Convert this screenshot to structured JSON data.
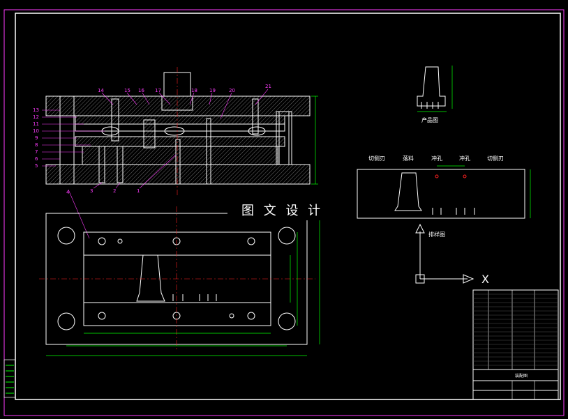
{
  "drawing": {
    "overlay_title": "图 文 设 计",
    "product_label": "产品图",
    "strip_label": "排样图",
    "strip_stations": [
      "切侧刃",
      "落料",
      "冲孔",
      "冲孔",
      "切侧刃"
    ],
    "axis_x_label": "X",
    "part_numbers_top": [
      "14",
      "15",
      "16",
      "17",
      "18",
      "19",
      "20",
      "21"
    ],
    "part_numbers_left": [
      "13",
      "12",
      "11",
      "10",
      "9",
      "8",
      "7",
      "6",
      "5"
    ],
    "part_numbers_bottom": [
      "4",
      "3",
      "2",
      "1"
    ],
    "title_block_label": "装配图"
  },
  "colors": {
    "background": "#000000",
    "outline": "#ffffff",
    "frame": "#ff3cff",
    "dimension": "#00ff00",
    "center": "#ff0000",
    "part_number": "#ff3cff",
    "hatch": "#ffffff",
    "cursor": "#ffffff"
  }
}
